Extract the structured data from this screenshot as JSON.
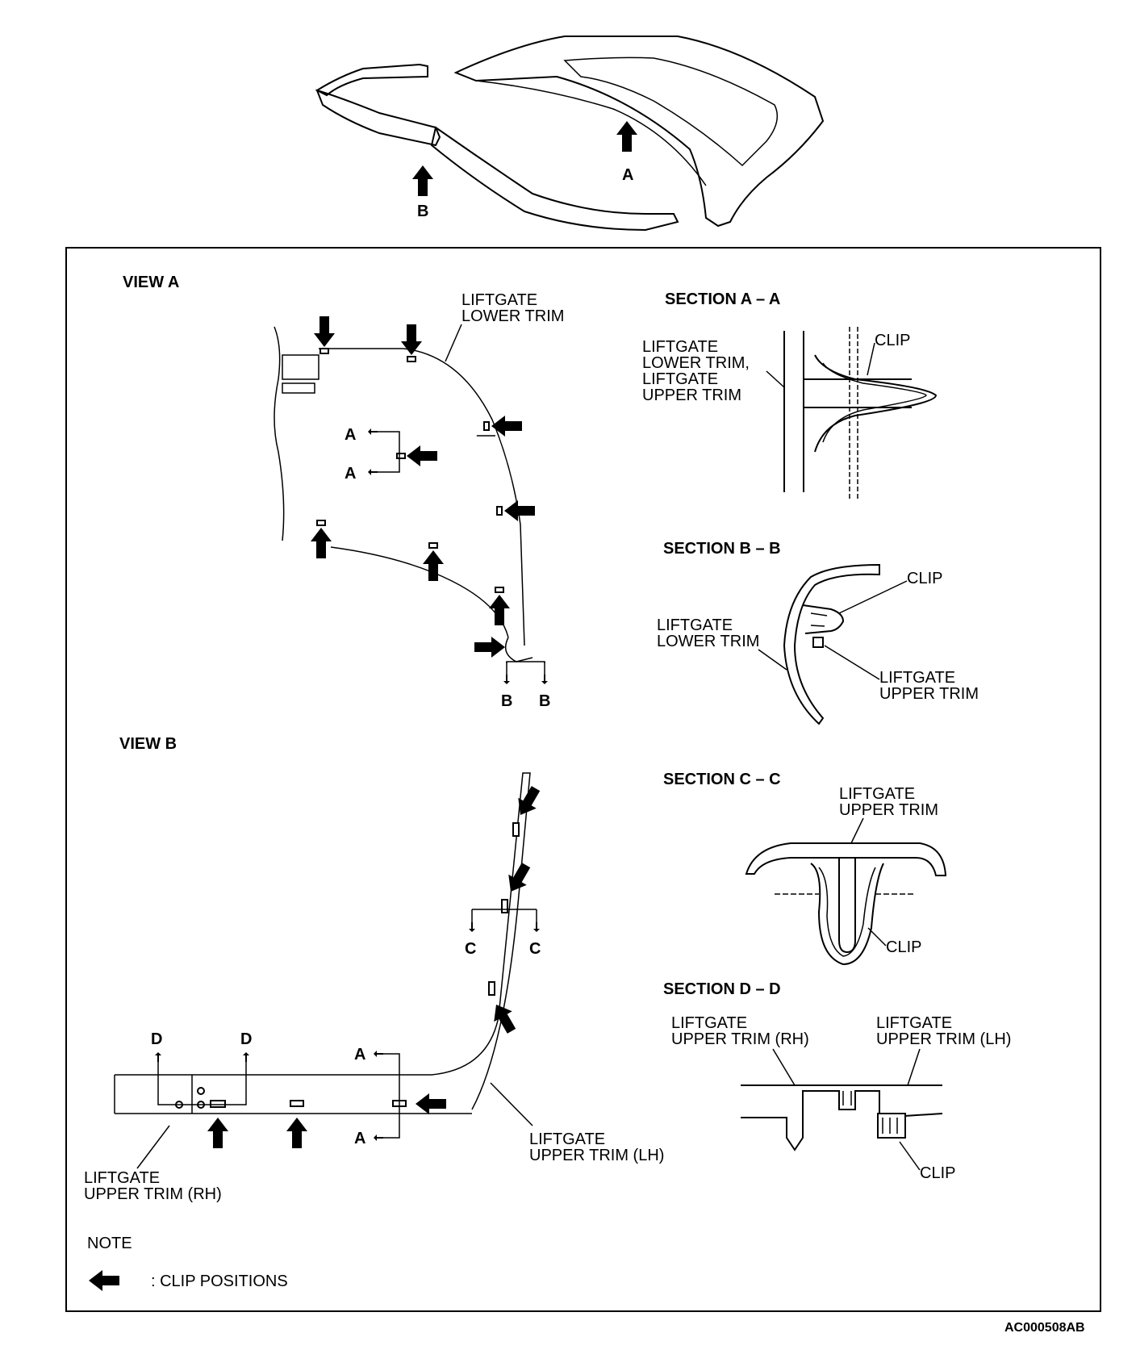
{
  "overview": {
    "label_a": "A",
    "label_b": "B"
  },
  "view_a": {
    "title": "VIEW A",
    "lower_trim_1": "LIFTGATE",
    "lower_trim_2": "LOWER TRIM",
    "cut_a": "A",
    "cut_b": "B"
  },
  "view_b": {
    "title": "VIEW B",
    "cut_a": "A",
    "cut_c": "C",
    "cut_d": "D",
    "upper_lh_1": "LIFTGATE",
    "upper_lh_2": "UPPER TRIM (LH)",
    "upper_rh_1": "LIFTGATE",
    "upper_rh_2": "UPPER TRIM (RH)"
  },
  "section_aa": {
    "title": "SECTION A – A",
    "trim_1": "LIFTGATE",
    "trim_2": "LOWER TRIM,",
    "trim_3": "LIFTGATE",
    "trim_4": "UPPER TRIM",
    "clip": "CLIP"
  },
  "section_bb": {
    "title": "SECTION B – B",
    "clip": "CLIP",
    "lower_1": "LIFTGATE",
    "lower_2": "LOWER TRIM",
    "upper_1": "LIFTGATE",
    "upper_2": "UPPER TRIM"
  },
  "section_cc": {
    "title": "SECTION C – C",
    "upper_1": "LIFTGATE",
    "upper_2": "UPPER TRIM",
    "clip": "CLIP"
  },
  "section_dd": {
    "title": "SECTION D – D",
    "rh_1": "LIFTGATE",
    "rh_2": "UPPER TRIM (RH)",
    "lh_1": "LIFTGATE",
    "lh_2": "UPPER TRIM (LH)",
    "clip": "CLIP"
  },
  "note": {
    "title": "NOTE",
    "legend": ": CLIP POSITIONS",
    "icon": "block-arrow-left-icon"
  },
  "figure_code": "AC000508AB"
}
